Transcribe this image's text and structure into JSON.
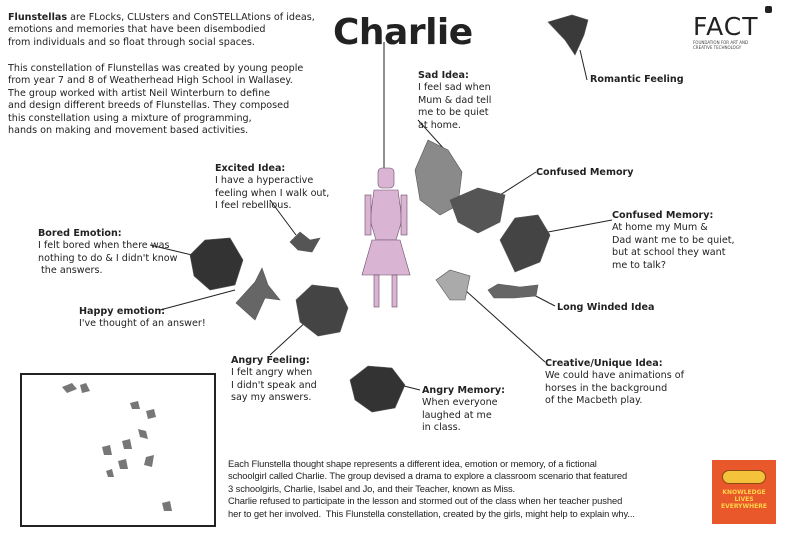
{
  "title": "Charlie",
  "intro": {
    "p1_bold1": "Flunstellas",
    "p1_l1": " are FLocks, CLUsters and ConSTELLAtions of ideas,",
    "p1_l2": "emotions and memories that have been disembodied",
    "p1_l3": "from individuals and so float through social spaces.",
    "p2": "This constellation of Flunstellas was created by young people\nfrom year 7 and 8 of Weatherhead High School in Wallasey.\nThe group worked with artist Neil Winterburn to define\nand design different breeds of Flunstellas. They composed\nthis constellation using a mixture of programming,\nhands on making and movement based activities."
  },
  "logo": {
    "name": "FACT",
    "tagline": "FOUNDATION FOR ART AND\nCREATIVE TECHNOLOGY"
  },
  "labels": [
    {
      "title": "Sad Idea:",
      "text": "I feel sad when\nMum & dad tell\nme to be quiet\nat home."
    },
    {
      "title": "Romantic Feeling",
      "text": ""
    },
    {
      "title": "Confused Memory",
      "text": ""
    },
    {
      "title": "Confused Memory:",
      "text": "At home my Mum &\nDad want me to be quiet,\nbut at school they want\nme to talk?"
    },
    {
      "title": "Long Winded Idea",
      "text": ""
    },
    {
      "title": "Creative/Unique Idea:",
      "text": "We could have animations of\nhorses in the background\nof the Macbeth play."
    },
    {
      "title": "Angry Memory:",
      "text": "When everyone\nlaughed at me\nin class."
    },
    {
      "title": "Angry Feeling:",
      "text": "I felt angry when\nI didn't speak and\nsay my answers."
    },
    {
      "title": "Happy emotion:",
      "text": "I've thought of an answer!"
    },
    {
      "title": "Bored Emotion:",
      "text": "I felt bored when there was\nnothing to do & I didn't know\n the answers."
    },
    {
      "title": "Excited Idea:",
      "text": "I have a hyperactive\nfeeling when I walk out,\nI feel rebellious."
    }
  ],
  "footer": "Each Flunstella thought shape represents a different idea, emotion or memory, of a fictional\nschoolgirl called Charlie. The group devised a drama to explore a classroom scenario that featured\n3 schoolgirls, Charlie, Isabel and Jo, and their Teacher, known as Miss.\nCharlie refused to participate in the lesson and stormed out of the class when her teacher pushed\nher to get her involved.  This Flunstella constellation, created by the girls, might help to explain why...",
  "badge": {
    "text": "KNOWLEDGE\nLIVES\nEVERYWHERE"
  }
}
